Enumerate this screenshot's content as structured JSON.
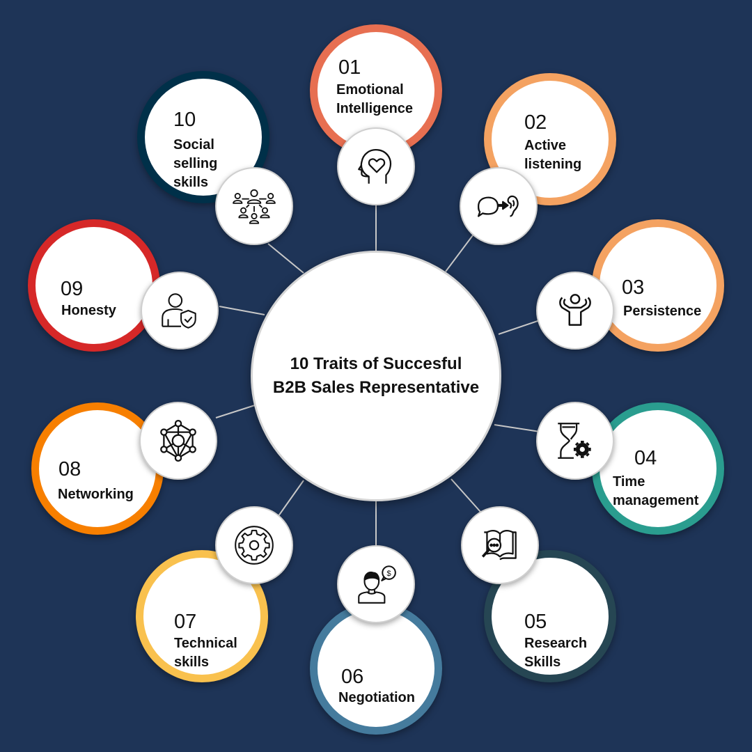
{
  "title": {
    "line1": "10 Traits of Succesful",
    "line2": "B2B Sales Representative"
  },
  "colors": {
    "background": "#1e3457",
    "connector": "#c8c8c8",
    "trait_01": "#e76f51",
    "trait_02": "#f4a261",
    "trait_03": "#f4a261",
    "trait_04": "#2a9d8f",
    "trait_05": "#264653",
    "trait_06": "#457b9d",
    "trait_07": "#f9c14e",
    "trait_08": "#f77f00",
    "trait_09": "#d62828",
    "trait_10": "#003049"
  },
  "traits": [
    {
      "num": "01",
      "line1": "Emotional",
      "line2": "Intelligence",
      "line3": "",
      "icon": "head-heart-icon"
    },
    {
      "num": "02",
      "line1": "Active",
      "line2": "listening",
      "line3": "",
      "icon": "speech-to-ear-icon"
    },
    {
      "num": "03",
      "line1": "Persistence",
      "line2": "",
      "line3": "",
      "icon": "person-arms-raised-icon"
    },
    {
      "num": "04",
      "line1": "Time",
      "line2": "management",
      "line3": "",
      "icon": "hourglass-gear-icon"
    },
    {
      "num": "05",
      "line1": "Research",
      "line2": "Skills",
      "line3": "",
      "icon": "book-magnifier-icon"
    },
    {
      "num": "06",
      "line1": "Negotiation",
      "line2": "",
      "line3": "",
      "icon": "person-dollar-speech-icon"
    },
    {
      "num": "07",
      "line1": "Technical",
      "line2": "skills",
      "line3": "",
      "icon": "gear-circle-icon"
    },
    {
      "num": "08",
      "line1": "Networking",
      "line2": "",
      "line3": "",
      "icon": "network-nodes-icon"
    },
    {
      "num": "09",
      "line1": "Honesty",
      "line2": "",
      "line3": "",
      "icon": "user-shield-icon"
    },
    {
      "num": "10",
      "line1": "Social",
      "line2": "selling",
      "line3": "skills",
      "icon": "people-network-icon"
    }
  ]
}
